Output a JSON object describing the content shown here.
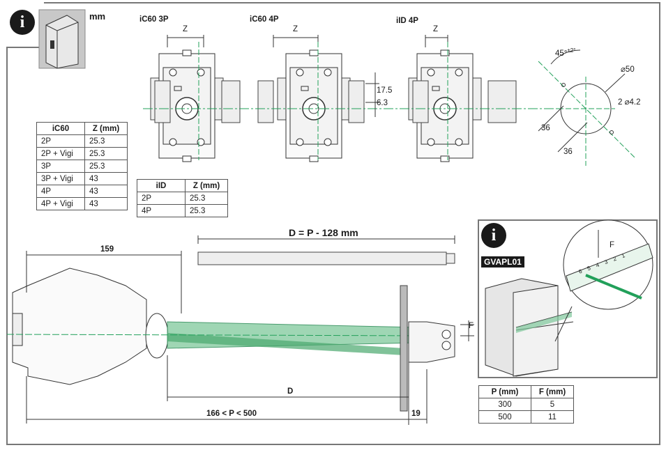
{
  "unit_label": "mm",
  "info_glyph": "i",
  "views": {
    "ic60_3p": {
      "title": "iC60 3P",
      "z": "Z"
    },
    "ic60_4p": {
      "title": "iC60 4P",
      "z": "Z"
    },
    "iid_4p": {
      "title": "iID 4P",
      "z": "Z"
    }
  },
  "side_dims": {
    "d1": "17.5",
    "d2": "6.3"
  },
  "drill": {
    "angle": "45°",
    "angle_tol": "±2°",
    "dia_large": "⌀50",
    "holes": "2 ⌀4.2",
    "dx": "36",
    "dy": "36"
  },
  "table_ic60": {
    "headers": [
      "iC60",
      "Z (mm)"
    ],
    "rows": [
      [
        "2P",
        "25.3"
      ],
      [
        "2P + Vigi",
        "25.3"
      ],
      [
        "3P",
        "25.3"
      ],
      [
        "3P + Vigi",
        "43"
      ],
      [
        "4P",
        "43"
      ],
      [
        "4P + Vigi",
        "43"
      ]
    ]
  },
  "table_iid": {
    "headers": [
      "iID",
      "Z (mm)"
    ],
    "rows": [
      [
        "2P",
        "25.3"
      ],
      [
        "4P",
        "25.3"
      ]
    ]
  },
  "shaft": {
    "formula": "D = P - 128 mm"
  },
  "bottom_dims": {
    "w159": "159",
    "d": "D",
    "range": "166 < P < 500",
    "w19": "19",
    "f": "F"
  },
  "detail": {
    "tool_label": "GVAPL01",
    "f": "F",
    "scale_ticks": [
      "6",
      "5",
      "4",
      "3",
      "2",
      "1"
    ]
  },
  "table_pf": {
    "headers": [
      "P (mm)",
      "F (mm)"
    ],
    "rows": [
      [
        "300",
        "5"
      ],
      [
        "500",
        "11"
      ]
    ]
  }
}
